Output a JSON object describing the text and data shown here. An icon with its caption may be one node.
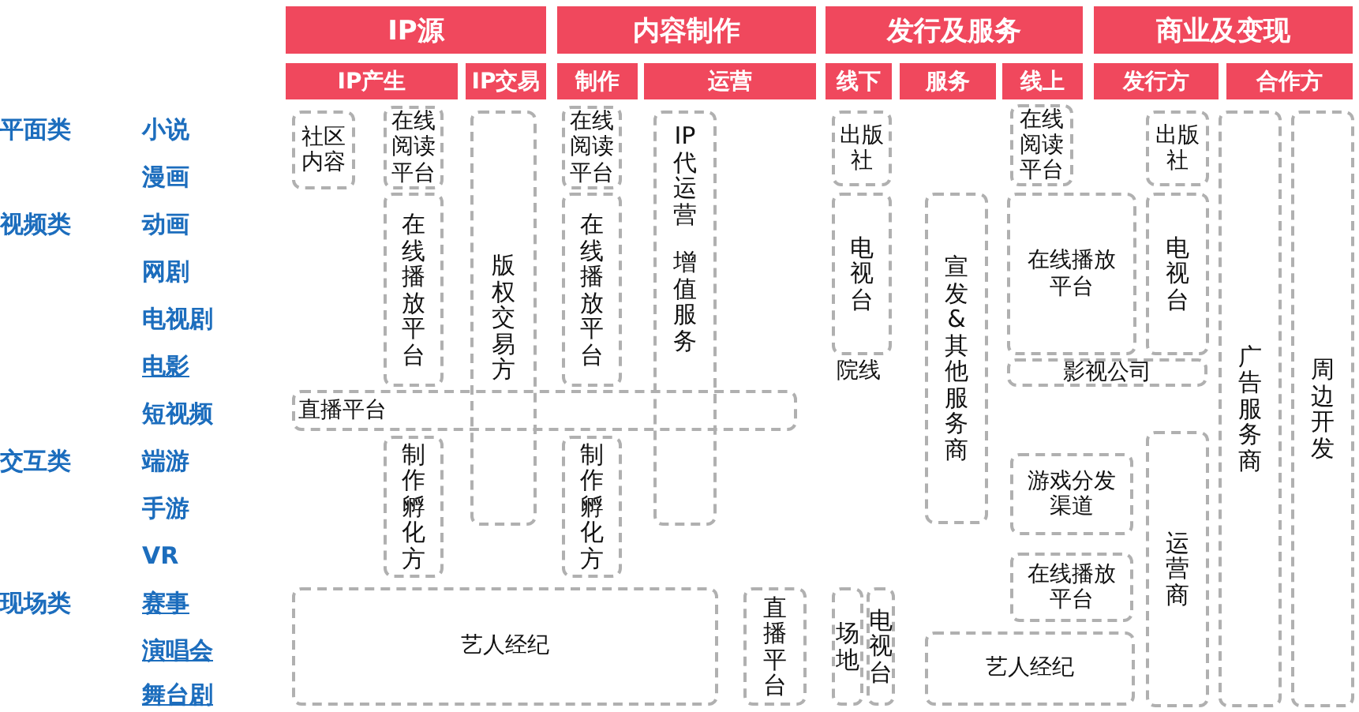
{
  "diagram": {
    "nodes": [
      {
        "text": [
          "IP源"
        ]
      },
      {
        "text": [
          "内容制作"
        ]
      },
      {
        "text": [
          "发行及服务"
        ]
      },
      {
        "text": [
          "商业及变现"
        ]
      },
      {
        "text": [
          "IP产生"
        ]
      },
      {
        "text": [
          "IP交易"
        ]
      },
      {
        "text": [
          "制作"
        ]
      },
      {
        "text": [
          "运营"
        ]
      },
      {
        "text": [
          "线下"
        ]
      },
      {
        "text": [
          "服务"
        ]
      },
      {
        "text": [
          "线上"
        ]
      },
      {
        "text": [
          "发行方"
        ]
      },
      {
        "text": [
          "合作方"
        ]
      },
      {
        "text": [
          "社区内容"
        ]
      },
      {
        "text": [
          "在线阅读平台"
        ]
      },
      {
        "text": [
          "版权交易方"
        ]
      },
      {
        "text": [
          "在线阅读平台"
        ]
      },
      {
        "text": [
          "IP代运营",
          "增值服务"
        ]
      },
      {
        "text": [
          "出版社"
        ]
      },
      {
        "text": [
          "在线阅读平台"
        ]
      },
      {
        "text": [
          "出版社"
        ]
      },
      {
        "text": [
          "广告服务商"
        ]
      },
      {
        "text": [
          "周边开发"
        ]
      },
      {
        "text": [
          "在线播放平台"
        ]
      },
      {
        "text": [
          "在线播放平台"
        ]
      },
      {
        "text": [
          "电视台"
        ]
      },
      {
        "text": [
          "宣发&其他服务商"
        ]
      },
      {
        "text": [
          "在线播放平台"
        ]
      },
      {
        "text": [
          "电视台"
        ]
      },
      {
        "text": [
          "影视公司"
        ]
      },
      {
        "text": [
          "直播平台"
        ]
      },
      {
        "text": [
          "制作孵化方"
        ]
      },
      {
        "text": [
          "制作孵化方"
        ]
      },
      {
        "text": [
          "游戏分发渠道"
        ]
      },
      {
        "text": [
          "运营商"
        ]
      },
      {
        "text": [
          "在线播放平台"
        ]
      },
      {
        "text": [
          "艺人经纪"
        ]
      },
      {
        "text": [
          "直播平台"
        ]
      },
      {
        "text": [
          "场地"
        ]
      },
      {
        "text": [
          "电视台"
        ]
      },
      {
        "text": [
          "艺人经纪"
        ]
      }
    ],
    "labels": [
      "平面类",
      "小说",
      "漫画",
      "视频类",
      "动画",
      "网剧",
      "电视剧",
      "电影",
      "短视频",
      "交互类",
      "端游",
      "手游",
      "VR",
      "现场类",
      "赛事",
      "演唱会",
      "舞台剧",
      "院线"
    ]
  }
}
